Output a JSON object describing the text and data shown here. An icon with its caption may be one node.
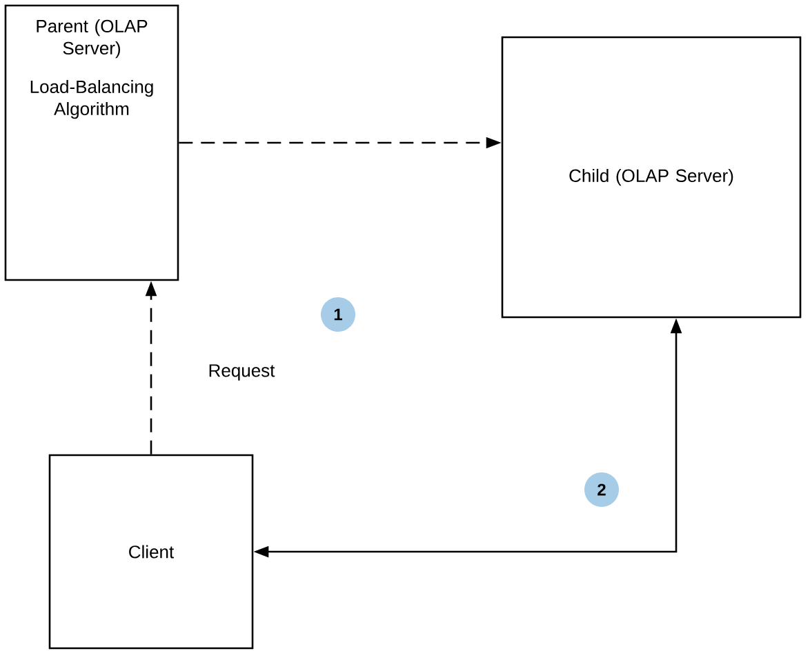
{
  "diagram": {
    "nodes": [
      {
        "text": [
          "Parent (OLAP Server)",
          "Load-Balancing Algorithm"
        ]
      },
      {
        "text": [
          "Child (OLAP Server)"
        ]
      },
      {
        "text": [
          "Client"
        ]
      }
    ],
    "edges": [
      {
        "from": 0,
        "to": 1,
        "arrow": "to",
        "style": "dashed"
      },
      {
        "from": 2,
        "to": 0,
        "arrow": "to",
        "style": "dashed",
        "label": "Request"
      },
      {
        "from": 1,
        "to": 2,
        "arrow": "both"
      }
    ],
    "labels": [
      "1",
      "2"
    ]
  }
}
